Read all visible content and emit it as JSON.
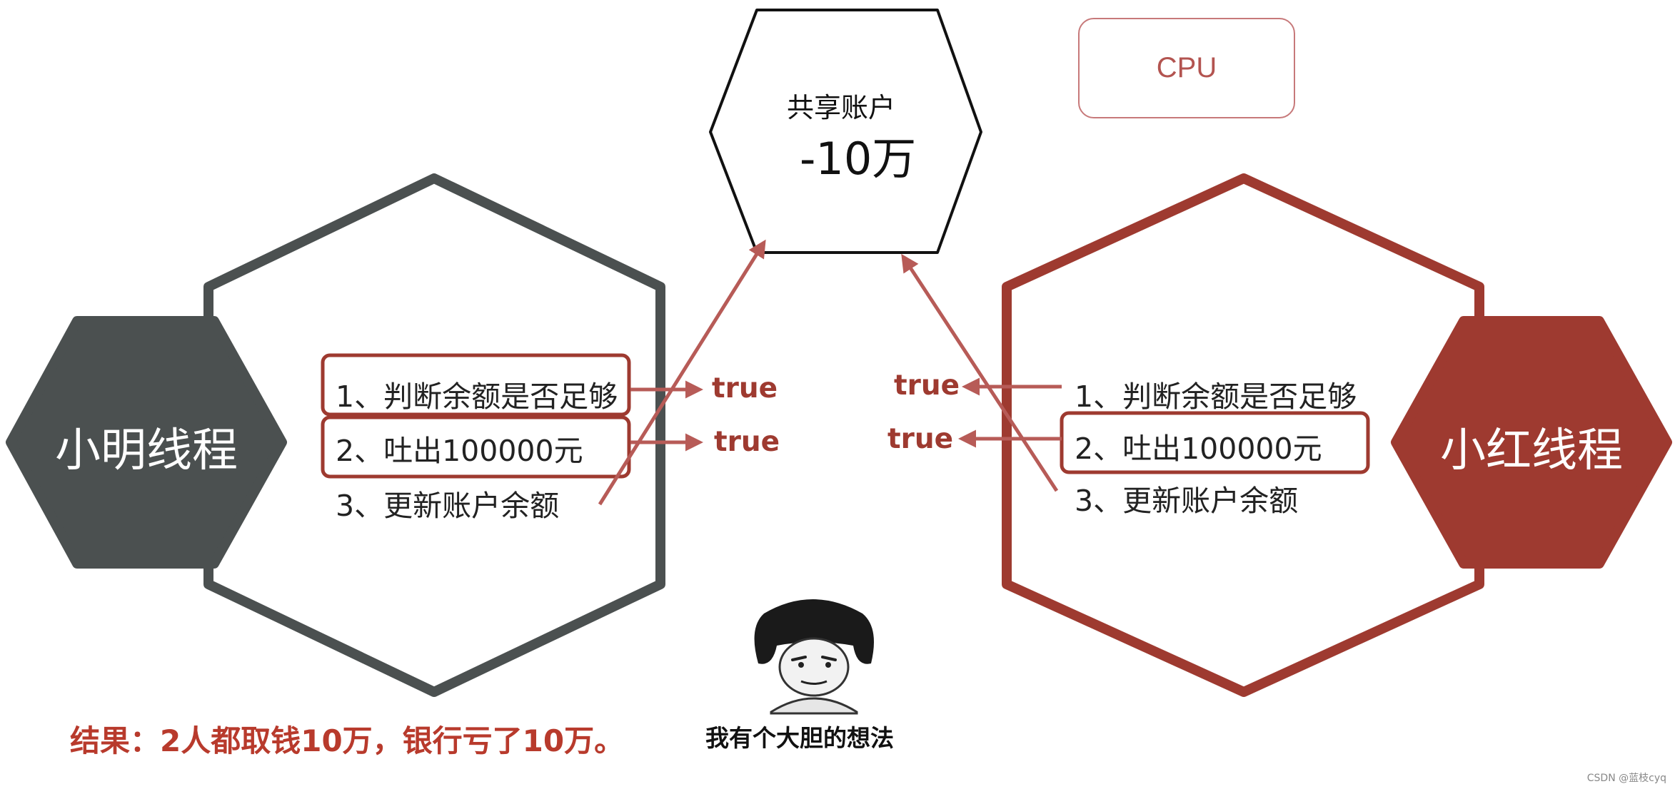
{
  "colors": {
    "accent_red": "#9e3a30",
    "arrow_red": "#b75b57",
    "dark_gray": "#4b5050",
    "cpu_border": "#c7797a",
    "cpu_text": "#b35450",
    "result_text": "#b83a2c"
  },
  "cpu": {
    "label": "CPU"
  },
  "shared_account": {
    "title": "共享账户",
    "amount": "-10万"
  },
  "left_thread": {
    "name": "小明线程",
    "steps": [
      "1、判断余额是否足够",
      "2、吐出100000元",
      "3、更新账户余额"
    ],
    "results": [
      "true",
      "true"
    ]
  },
  "right_thread": {
    "name": "小红线程",
    "steps": [
      "1、判断余额是否足够",
      "2、吐出100000元",
      "3、更新账户余额"
    ],
    "results": [
      "true",
      "true"
    ]
  },
  "result": {
    "text": "结果：2人都取钱10万，银行亏了10万。"
  },
  "meme": {
    "caption": "我有个大胆的想法",
    "icon": "meme-face-icon"
  },
  "watermark": {
    "text": "CSDN @蓝枝cyq"
  }
}
